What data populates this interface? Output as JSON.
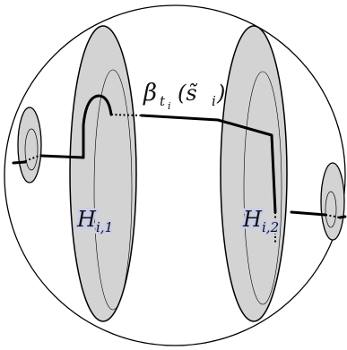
{
  "labels": {
    "path": {
      "base": "β",
      "sub": "t",
      "subsub": "i",
      "arg": "(s̃",
      "argsub": "i",
      "close": ")"
    },
    "handle_1": {
      "base": "H",
      "sub": "i,1"
    },
    "handle_2": {
      "base": "H",
      "sub": "i,2"
    }
  },
  "colors": {
    "disk_fill": "#d3d3d3",
    "label_halo": "#c9cde8",
    "stroke": "#000000"
  }
}
